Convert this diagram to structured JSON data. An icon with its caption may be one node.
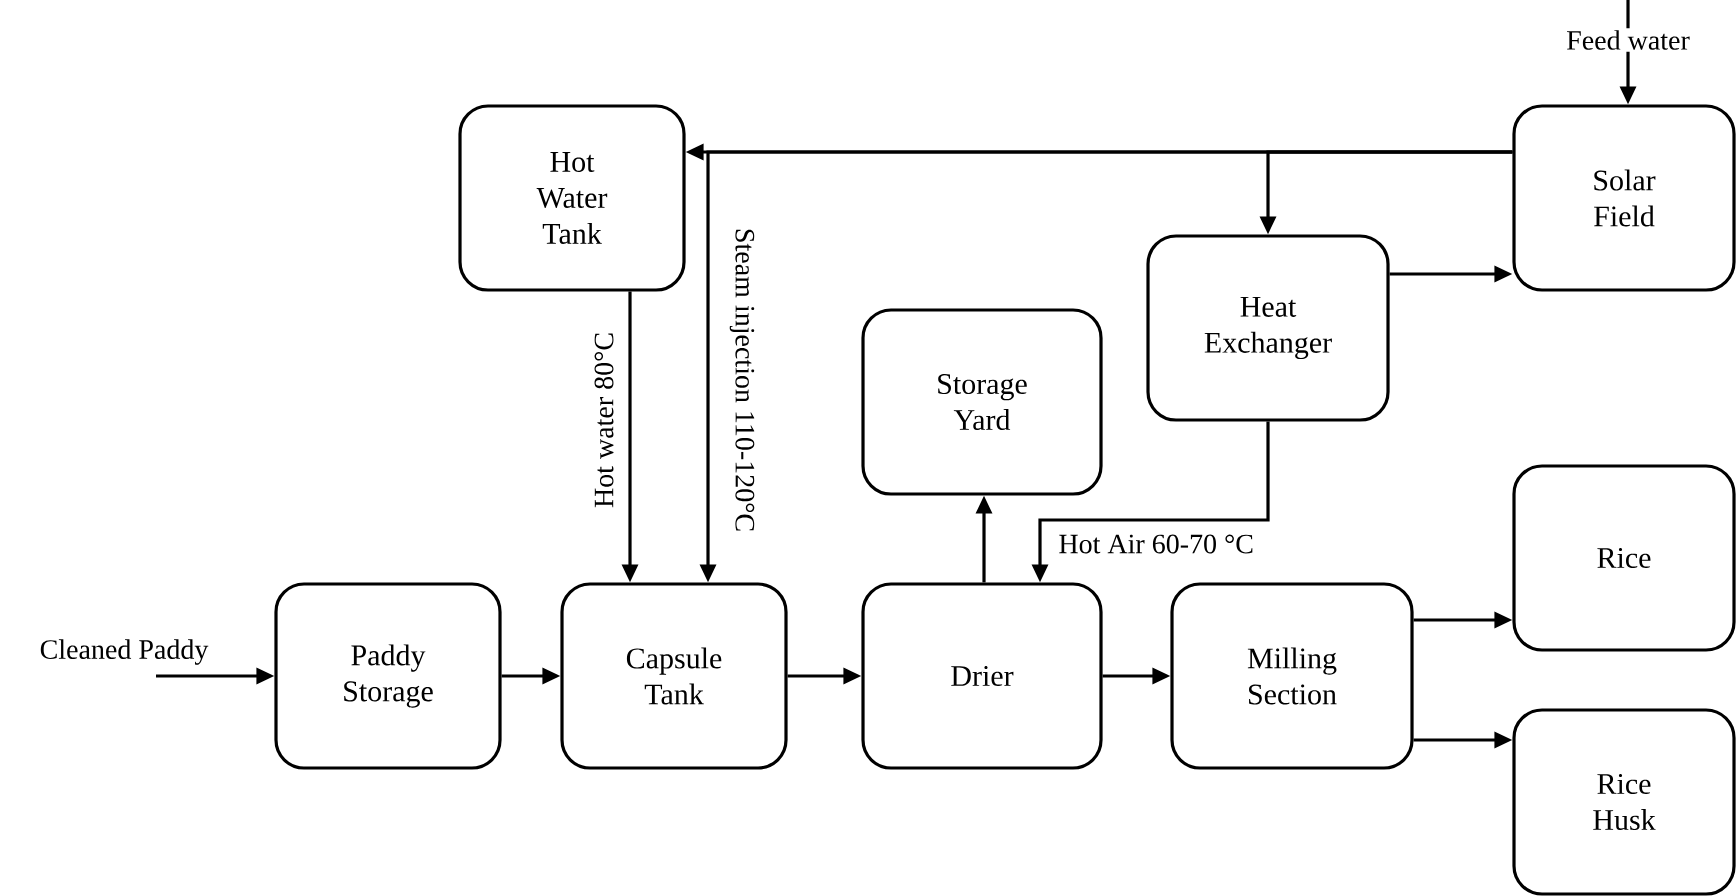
{
  "diagram": {
    "nodes": [
      {
        "text": [
          "Hot Water Tank"
        ]
      },
      {
        "text": [
          "Solar Field"
        ]
      },
      {
        "text": [
          "Heat Exchanger"
        ]
      },
      {
        "text": [
          "Storage Yard"
        ]
      },
      {
        "text": [
          "Paddy Storage"
        ]
      },
      {
        "text": [
          "Capsule Tank"
        ]
      },
      {
        "text": [
          "Drier"
        ]
      },
      {
        "text": [
          "Milling Section"
        ]
      },
      {
        "text": [
          "Rice"
        ]
      },
      {
        "text": [
          "Rice Husk"
        ]
      }
    ],
    "edges": [
      {
        "from": null,
        "to": 4,
        "arrow": "to",
        "label": "Cleaned Paddy"
      },
      {
        "from": 4,
        "to": 5,
        "arrow": "to"
      },
      {
        "from": 5,
        "to": 6,
        "arrow": "to"
      },
      {
        "from": 6,
        "to": 7,
        "arrow": "to"
      },
      {
        "from": 7,
        "to": 8,
        "arrow": "to"
      },
      {
        "from": 7,
        "to": 9,
        "arrow": "to"
      },
      {
        "from": 6,
        "to": 3,
        "arrow": "to"
      },
      {
        "from": 2,
        "to": 6,
        "arrow": "to",
        "label": "Hot Air 60-70 °C"
      },
      {
        "from": 0,
        "to": 5,
        "arrow": "to",
        "label": "Hot water 80°C"
      },
      {
        "from": 1,
        "to": 5,
        "arrow": "to",
        "label": "Steam injection 110-120°C"
      },
      {
        "from": 1,
        "to": 0,
        "arrow": "to"
      },
      {
        "from": 1,
        "to": 2,
        "arrow": "to"
      },
      {
        "from": 2,
        "to": 1,
        "arrow": "to"
      },
      {
        "from": null,
        "to": 1,
        "arrow": "to",
        "label": "Feed water"
      }
    ]
  }
}
